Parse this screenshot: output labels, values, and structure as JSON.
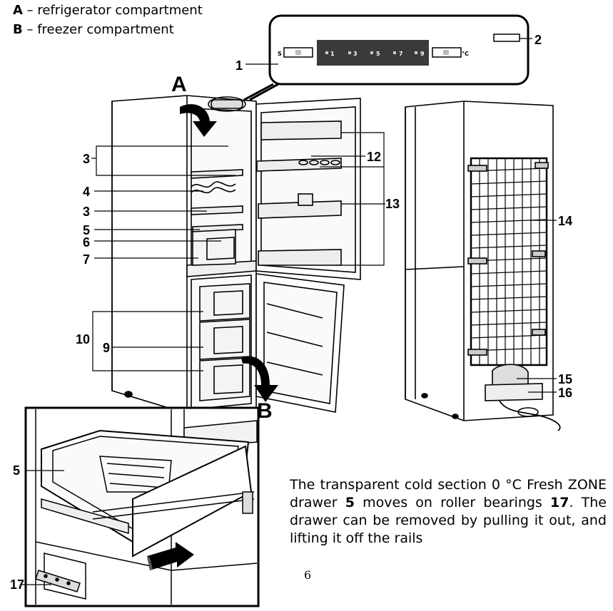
{
  "legend": [
    {
      "key": "A",
      "text": "– refrigerator compartment"
    },
    {
      "key": "B",
      "text": "– freezer compartment"
    }
  ],
  "door_letters": {
    "a": "A",
    "b": "B"
  },
  "control_panel": {
    "left_label": "S",
    "buttons": [
      "1",
      "3",
      "5",
      "7",
      "9"
    ],
    "unit": "°C",
    "colors": {
      "display": "#3a3a3a",
      "frame": "#000000"
    }
  },
  "callouts": {
    "c1": "1",
    "c2": "2",
    "c3a": "3",
    "c4": "4",
    "c3b": "3",
    "c5": "5",
    "c6": "6",
    "c7": "7",
    "c10": "10",
    "c9": "9",
    "c12": "12",
    "c13": "13",
    "c14": "14",
    "c15": "15",
    "c16": "16",
    "d5": "5",
    "d17": "17"
  },
  "description": {
    "p1": "The transparent cold section 0 °C Fresh ZONE drawer ",
    "b1": "5",
    "p2": " moves on roller bearings ",
    "b2": "17",
    "p3": ". The drawer can be removed by pulling it out, and lifting it off the rails"
  },
  "page_number": "6"
}
